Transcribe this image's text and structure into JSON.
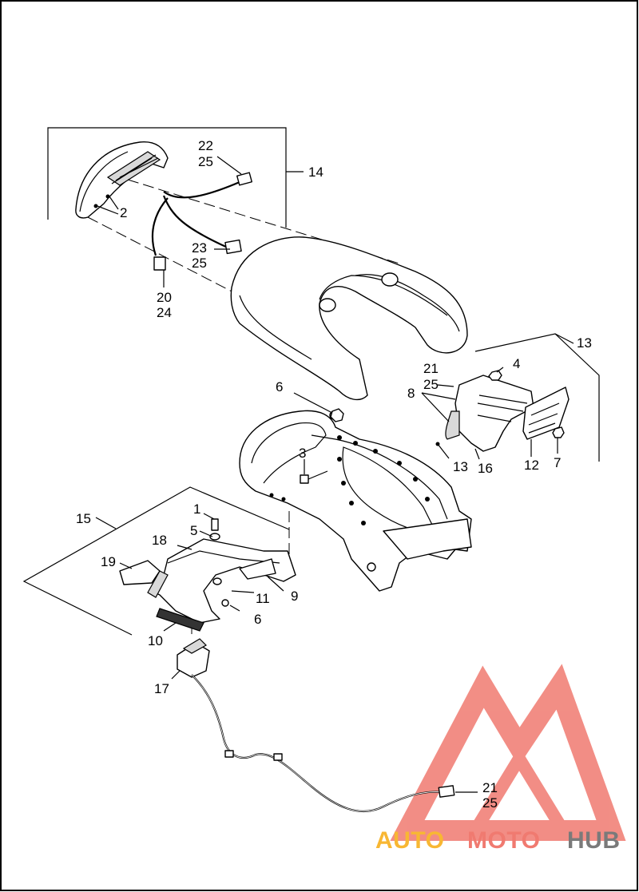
{
  "diagram": {
    "callouts": [
      {
        "id": "c22",
        "text": "22"
      },
      {
        "id": "c25a",
        "text": "25"
      },
      {
        "id": "c14",
        "text": "14"
      },
      {
        "id": "c2",
        "text": "2"
      },
      {
        "id": "c23",
        "text": "23"
      },
      {
        "id": "c25b",
        "text": "25"
      },
      {
        "id": "c20",
        "text": "20"
      },
      {
        "id": "c24",
        "text": "24"
      },
      {
        "id": "c13a",
        "text": "13"
      },
      {
        "id": "c21a",
        "text": "21"
      },
      {
        "id": "c25c",
        "text": "25"
      },
      {
        "id": "c4",
        "text": "4"
      },
      {
        "id": "c8",
        "text": "8"
      },
      {
        "id": "c6a",
        "text": "6"
      },
      {
        "id": "c3",
        "text": "3"
      },
      {
        "id": "c13b",
        "text": "13"
      },
      {
        "id": "c16",
        "text": "16"
      },
      {
        "id": "c12",
        "text": "12"
      },
      {
        "id": "c7",
        "text": "7"
      },
      {
        "id": "c15",
        "text": "15"
      },
      {
        "id": "c1",
        "text": "1"
      },
      {
        "id": "c5",
        "text": "5"
      },
      {
        "id": "c18",
        "text": "18"
      },
      {
        "id": "c19",
        "text": "19"
      },
      {
        "id": "c11",
        "text": "11"
      },
      {
        "id": "c9",
        "text": "9"
      },
      {
        "id": "c6b",
        "text": "6"
      },
      {
        "id": "c10",
        "text": "10"
      },
      {
        "id": "c17",
        "text": "17"
      },
      {
        "id": "c21b",
        "text": "21"
      },
      {
        "id": "c25d",
        "text": "25"
      }
    ]
  },
  "watermark": {
    "part1": "AUTO",
    "part2": "MOTO",
    "part3": "HUB",
    "color_main": "#f07a70",
    "color_light": "#f8b733",
    "color_dark": "#7a7a7a"
  }
}
